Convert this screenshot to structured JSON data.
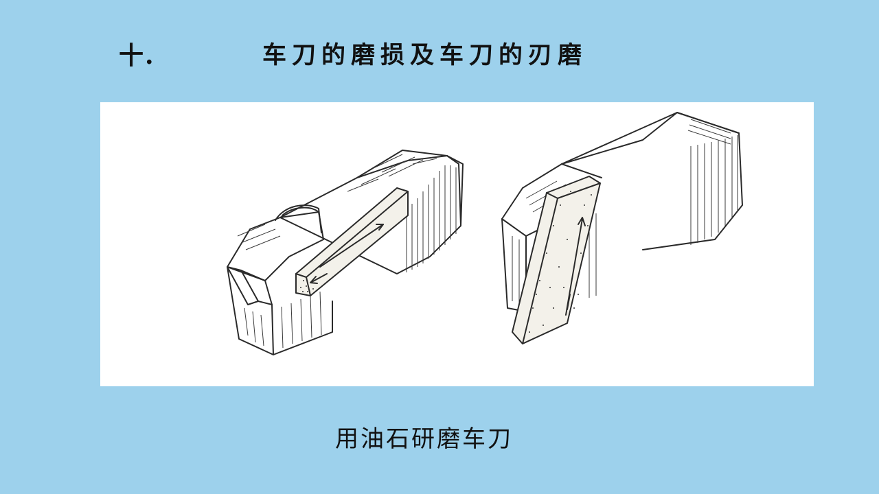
{
  "slide": {
    "title_number": "十.",
    "title_text": "车刀的磨损及车刀的刃磨",
    "caption": "用油石研磨车刀"
  },
  "colors": {
    "background": "#9dd1ec",
    "panel": "#ffffff",
    "ink": "#111111"
  }
}
